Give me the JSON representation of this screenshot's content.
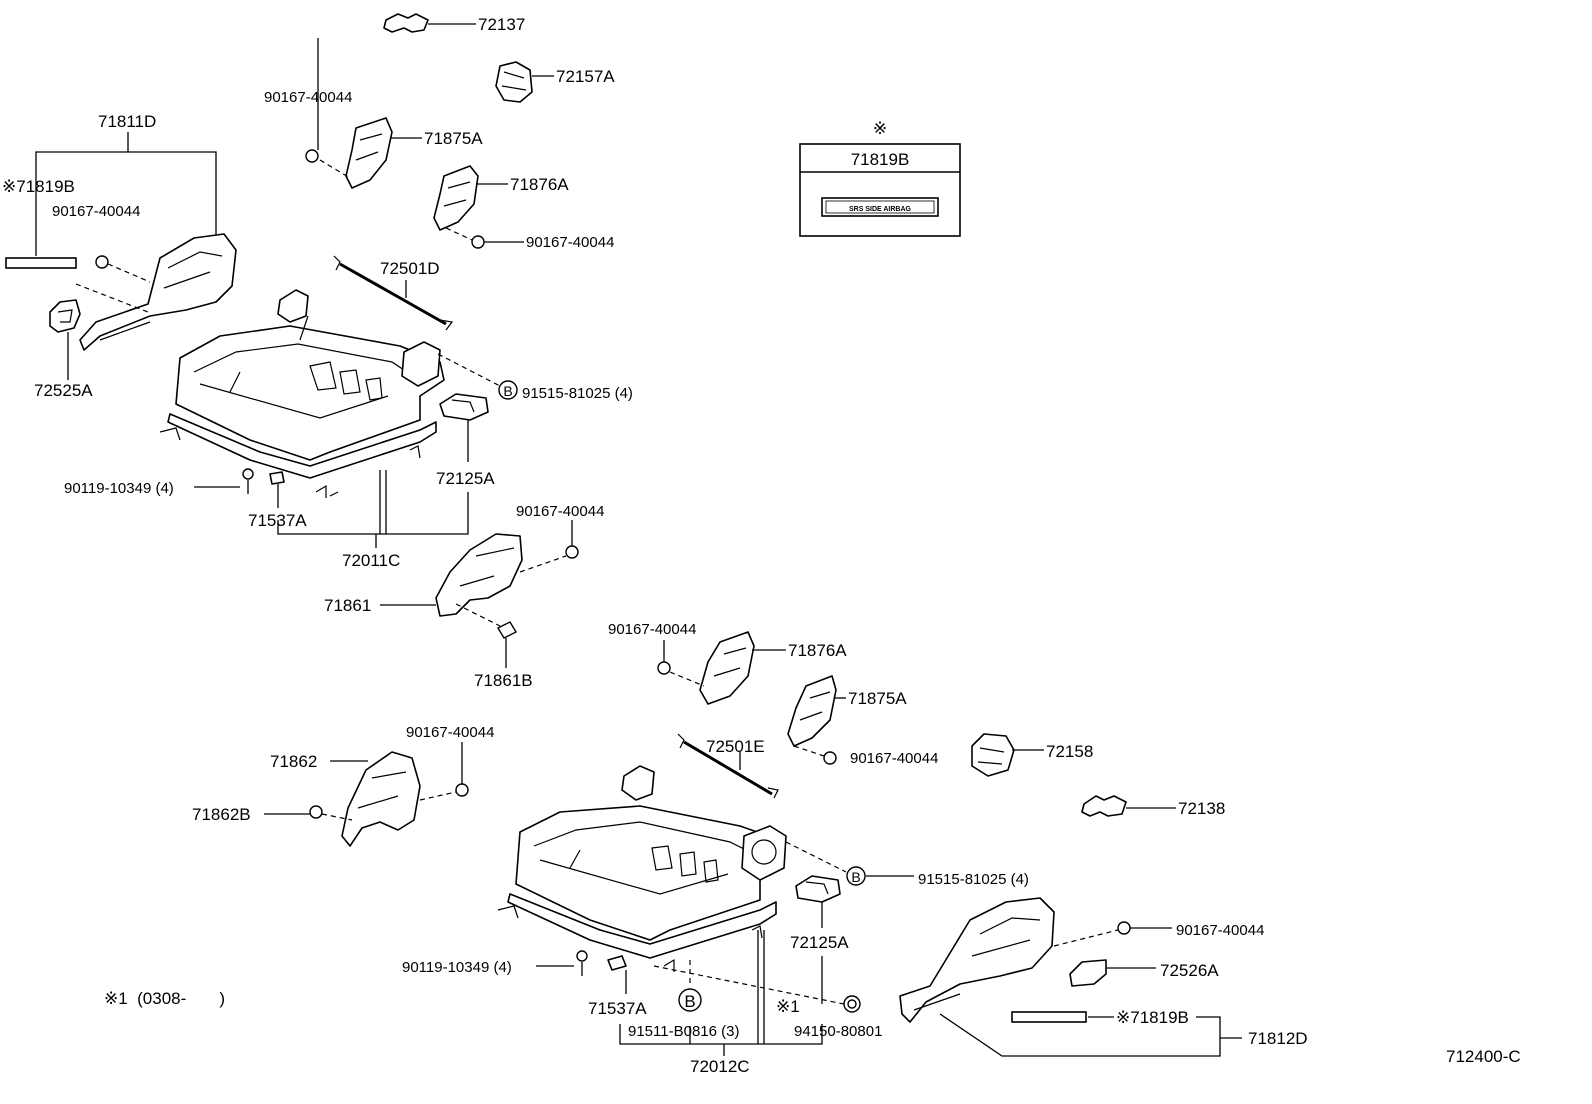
{
  "labels": {
    "l72137": "72137",
    "l72157A": "72157A",
    "l90167_tl": "90167-40044",
    "l71875A_top": "71875A",
    "l71811D": "71811D",
    "l71876A_top": "71876A",
    "l71819B_left": "※71819B",
    "l90167_left": "90167-40044",
    "l90167_mid": "90167-40044",
    "l72501D": "72501D",
    "l72525A": "72525A",
    "l91515_top": "91515-81025 (4)",
    "l90119_top": "90119-10349 (4)",
    "l72125A_top": "72125A",
    "l71537A_top": "71537A",
    "l90167_cover": "90167-40044",
    "l72011C": "72011C",
    "l71861": "71861",
    "l71861B": "71861B",
    "l90167_r1": "90167-40044",
    "l71876A_bot": "71876A",
    "l71875A_bot": "71875A",
    "l72501E": "72501E",
    "l90167_r2": "90167-40044",
    "l72158": "72158",
    "l90167_71862": "90167-40044",
    "l71862": "71862",
    "l71862B": "71862B",
    "l72138": "72138",
    "l91515_bot": "91515-81025 (4)",
    "l90167_br": "90167-40044",
    "l72125A_bot": "72125A",
    "l90119_bot": "90119-10349 (4)",
    "l72526A": "72526A",
    "l71537A_bot": "71537A",
    "l71819B_right": "※71819B",
    "l1_mark": "※1",
    "l91511": "91511-B0816 (3)",
    "l94150": "94150-80801",
    "l71812D": "71812D",
    "l72012C": "72012C",
    "l_note": "※1  (0308-       )",
    "l_code": "712400-C"
  },
  "legend_box": {
    "mark": "※",
    "part": "71819B",
    "label_text": "SRS SIDE AIRBAG"
  },
  "callout_letter": "B"
}
